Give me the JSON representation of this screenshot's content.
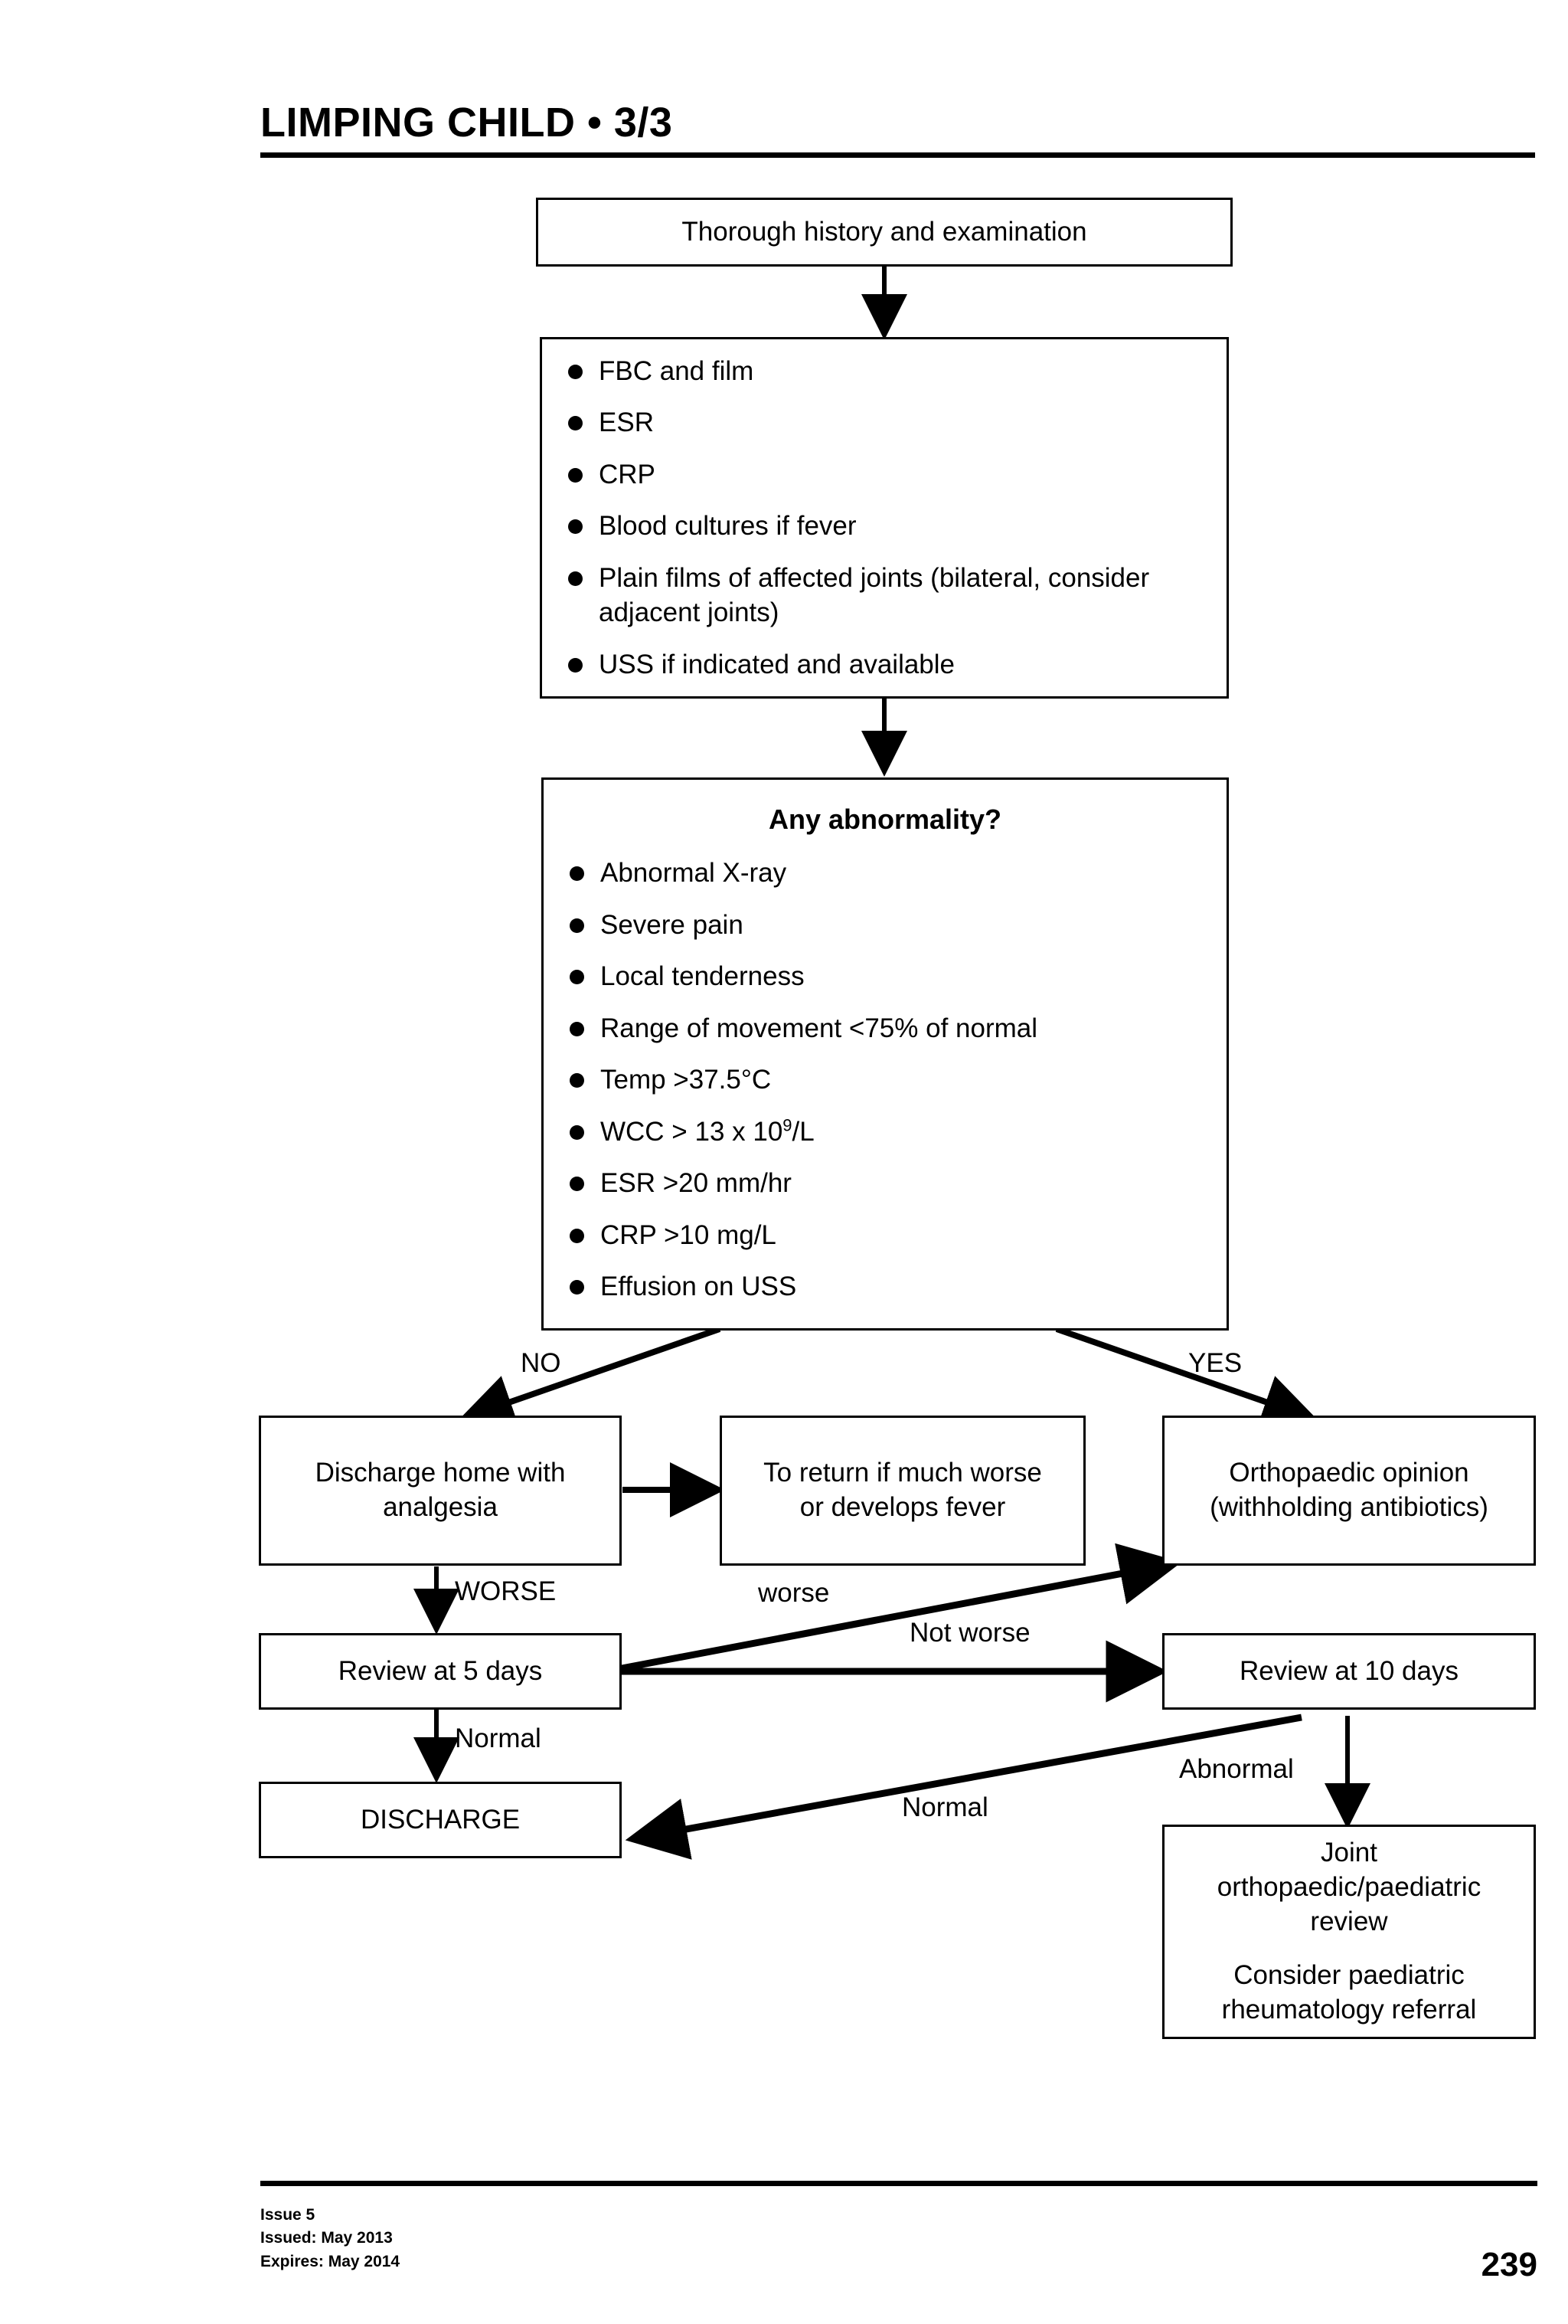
{
  "document": {
    "title": "LIMPING CHILD • 3/3",
    "page_number": "239",
    "footer": {
      "issue": "Issue 5",
      "issued": "Issued: May 2013",
      "expires": "Expires: May 2014"
    }
  },
  "flowchart": {
    "type": "clinical-pathway-flowchart",
    "nodes": {
      "history": {
        "label": "Thorough history and examination"
      },
      "investigations": {
        "items": [
          "FBC and film",
          "ESR",
          "CRP",
          "Blood cultures if fever",
          "Plain films of affected joints (bilateral, consider adjacent joints)",
          "USS if indicated and available"
        ]
      },
      "abnormality": {
        "heading": "Any abnormality?",
        "items": [
          "Abnormal X-ray",
          "Severe pain",
          "Local tenderness",
          "Range of movement <75% of normal",
          "Temp >37.5°C",
          "WCC > 13 x 10",
          "ESR >20 mm/hr",
          "CRP >10 mg/L",
          "Effusion on USS"
        ],
        "wcc_superscript": "9",
        "wcc_suffix": "/L"
      },
      "discharge_home": {
        "line1": "Discharge home with",
        "line2": "analgesia"
      },
      "return_advice": {
        "line1": "To return if much worse",
        "line2": "or develops fever"
      },
      "orthopaedic": {
        "line1": "Orthopaedic opinion",
        "line2": "(withholding antibiotics)"
      },
      "review5": {
        "label": "Review at 5 days"
      },
      "review10": {
        "label": "Review at 10 days"
      },
      "discharge": {
        "label": "DISCHARGE"
      },
      "joint_review": {
        "line1": "Joint",
        "line2": "orthopaedic/paediatric",
        "line3": "review",
        "line4": "Consider paediatric",
        "line5": "rheumatology referral"
      }
    },
    "edge_labels": {
      "no": "NO",
      "yes": "YES",
      "worse_upper": "WORSE",
      "worse_lower": "worse",
      "not_worse": "Not worse",
      "normal_left": "Normal",
      "normal_diagonal": "Normal",
      "abnormal": "Abnormal"
    }
  },
  "colors": {
    "ink": "#000000",
    "paper": "#ffffff"
  }
}
